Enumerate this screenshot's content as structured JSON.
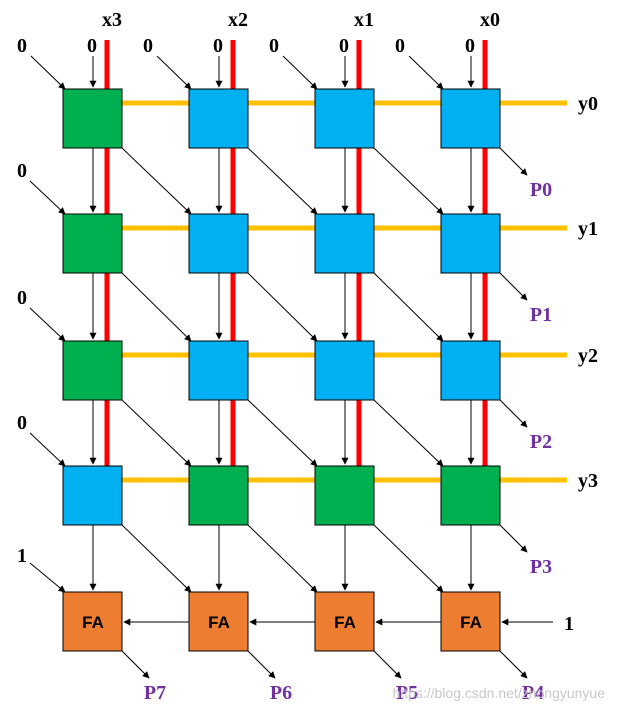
{
  "x_inputs": [
    "x3",
    "x2",
    "x1",
    "x0"
  ],
  "y_inputs": [
    "y0",
    "y1",
    "y2",
    "y3"
  ],
  "products": [
    "P0",
    "P1",
    "P2",
    "P3",
    "P4",
    "P5",
    "P6",
    "P7"
  ],
  "top_zeros": [
    "0",
    "0",
    "0",
    "0",
    "0",
    "0",
    "0",
    "0"
  ],
  "left_zeros": [
    "0",
    "0",
    "0"
  ],
  "fa_label": "FA",
  "fa_carry_left_input": "1",
  "fa_carry_right_input": "1",
  "cell_rows": [
    [
      "green",
      "blue",
      "blue",
      "blue"
    ],
    [
      "green",
      "blue",
      "blue",
      "blue"
    ],
    [
      "green",
      "blue",
      "blue",
      "blue"
    ],
    [
      "blue",
      "green",
      "green",
      "green"
    ]
  ],
  "colors": {
    "green": "#00b050",
    "blue": "#00b0f0",
    "orange": "#ed7d31",
    "x_wire": "#ff0000",
    "y_wire": "#ffc000",
    "product": "#7030a0"
  },
  "watermark": "https://blog.csdn.net/zhongyunyue"
}
